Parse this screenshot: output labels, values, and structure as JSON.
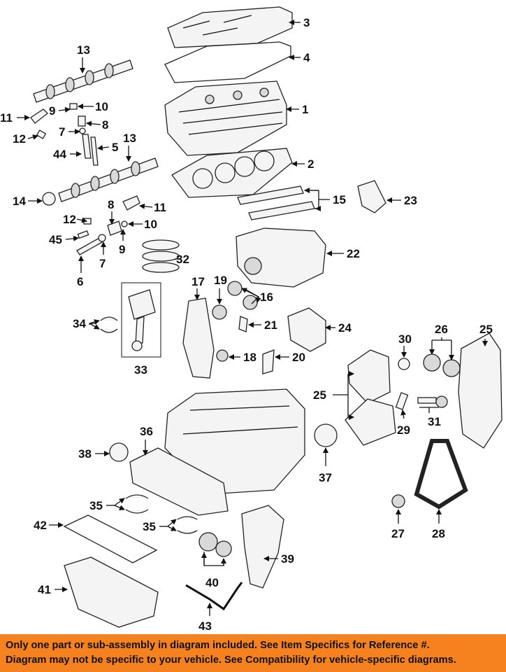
{
  "disclaimer": {
    "line1": "Only one part or sub-assembly in diagram included. See Item Specifics for Reference #.",
    "line2": "Diagram may not be specific to your vehicle. See Compatibility for vehicle-specific diagrams."
  },
  "callouts": {
    "c1": "1",
    "c2": "2",
    "c3": "3",
    "c4": "4",
    "c5": "5",
    "c6": "6",
    "c7a": "7",
    "c7b": "7",
    "c8a": "8",
    "c8b": "8",
    "c9a": "9",
    "c9b": "9",
    "c10a": "10",
    "c10b": "10",
    "c11a": "11",
    "c11b": "11",
    "c12a": "12",
    "c12b": "12",
    "c13a": "13",
    "c13b": "13",
    "c14": "14",
    "c15": "15",
    "c16": "16",
    "c17": "17",
    "c18": "18",
    "c19": "19",
    "c20": "20",
    "c21": "21",
    "c22": "22",
    "c23": "23",
    "c24": "24",
    "c25a": "25",
    "c25b": "25",
    "c26": "26",
    "c27": "27",
    "c28": "28",
    "c29": "29",
    "c30": "30",
    "c31": "31",
    "c32": "32",
    "c33": "33",
    "c34": "34",
    "c35a": "35",
    "c35b": "35",
    "c36": "36",
    "c37": "37",
    "c38": "38",
    "c39": "39",
    "c40": "40",
    "c41": "41",
    "c42": "42",
    "c43": "43",
    "c44": "44",
    "c45": "45"
  }
}
